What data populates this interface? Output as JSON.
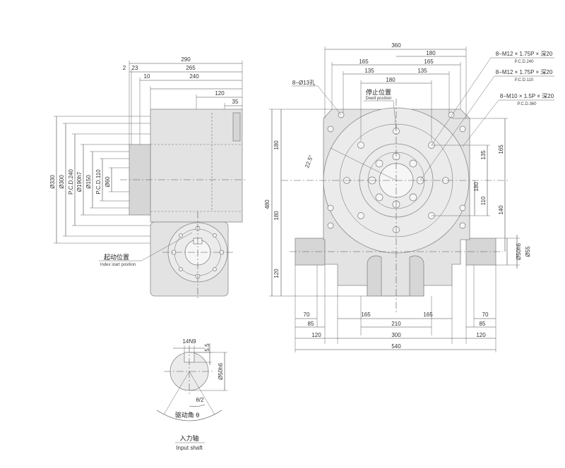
{
  "side_view": {
    "top_dims": [
      "290",
      "2",
      "23",
      "265",
      "10",
      "240",
      "120",
      "35"
    ],
    "left_dims": [
      "Ø330",
      "Ø300",
      "P.C.D.240",
      "Ø190h7",
      "Ø150",
      "P.C.D.110",
      "Ø60"
    ],
    "index_start": {
      "zh": "起动位置",
      "en": "Index start position"
    }
  },
  "front_view": {
    "top_dims": [
      "360",
      "180",
      "165",
      "165",
      "135",
      "135",
      "180"
    ],
    "holes_label": "8−Ø13孔",
    "dwell": {
      "zh": "停止位置",
      "en": "Dwell position"
    },
    "angle": "22.5°",
    "callouts": [
      {
        "spec": "8−M12 × 1.75P × 深20",
        "pcd": "P.C.D.240"
      },
      {
        "spec": "8−M12 × 1.75P × 深20",
        "pcd": "P.C.D.110"
      },
      {
        "spec": "8−M10 × 1.5P × 深20",
        "pcd": "P.C.D.360"
      }
    ],
    "left_dims": [
      "180",
      "480",
      "180",
      "120"
    ],
    "right_dims": [
      "165",
      "135",
      "180",
      "110",
      "140",
      "Ø50h6",
      "Ø55"
    ],
    "bottom_dims": [
      "70",
      "70",
      "85",
      "85",
      "165",
      "165",
      "210",
      "120",
      "300",
      "120",
      "540"
    ]
  },
  "shaft_detail": {
    "key": "14N9",
    "depth": "5.5",
    "diameter": "Ø50h6",
    "half_angle": "θ/2",
    "drive_angle": "驱动角 θ",
    "title_zh": "入力轴",
    "title_en": "Input shaft"
  }
}
